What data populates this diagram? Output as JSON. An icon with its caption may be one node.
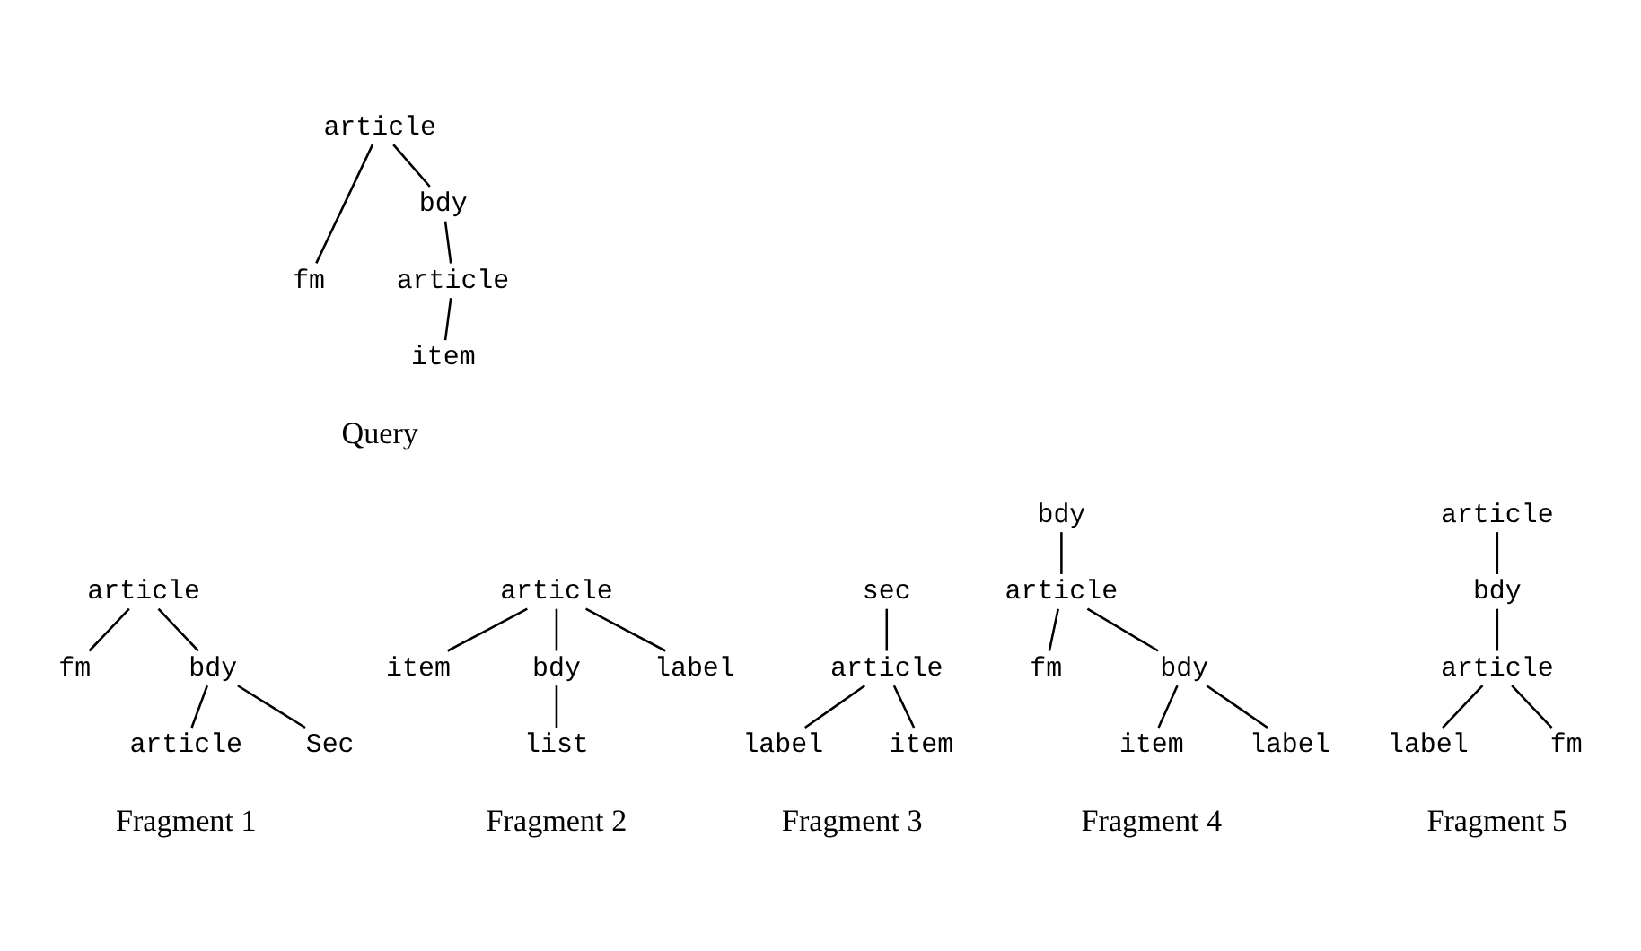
{
  "diagram": {
    "nodes": [
      {
        "text": [
          "article"
        ]
      },
      {
        "text": [
          "fm"
        ]
      },
      {
        "text": [
          "bdy"
        ]
      },
      {
        "text": [
          "article"
        ]
      },
      {
        "text": [
          "item"
        ]
      },
      {
        "text": [
          "article"
        ]
      },
      {
        "text": [
          "fm"
        ]
      },
      {
        "text": [
          "bdy"
        ]
      },
      {
        "text": [
          "article"
        ]
      },
      {
        "text": [
          "Sec"
        ]
      },
      {
        "text": [
          "article"
        ]
      },
      {
        "text": [
          "item"
        ]
      },
      {
        "text": [
          "bdy"
        ]
      },
      {
        "text": [
          "label"
        ]
      },
      {
        "text": [
          "list"
        ]
      },
      {
        "text": [
          "sec"
        ]
      },
      {
        "text": [
          "article"
        ]
      },
      {
        "text": [
          "label"
        ]
      },
      {
        "text": [
          "item"
        ]
      },
      {
        "text": [
          "bdy"
        ]
      },
      {
        "text": [
          "article"
        ]
      },
      {
        "text": [
          "fm"
        ]
      },
      {
        "text": [
          "bdy"
        ]
      },
      {
        "text": [
          "item"
        ]
      },
      {
        "text": [
          "label"
        ]
      },
      {
        "text": [
          "article"
        ]
      },
      {
        "text": [
          "bdy"
        ]
      },
      {
        "text": [
          "article"
        ]
      },
      {
        "text": [
          "label"
        ]
      },
      {
        "text": [
          "fm"
        ]
      }
    ],
    "edges": [
      {
        "from": 0,
        "to": 1,
        "arrow": "none"
      },
      {
        "from": 0,
        "to": 2,
        "arrow": "none"
      },
      {
        "from": 2,
        "to": 3,
        "arrow": "none"
      },
      {
        "from": 3,
        "to": 4,
        "arrow": "none"
      },
      {
        "from": 5,
        "to": 6,
        "arrow": "none"
      },
      {
        "from": 5,
        "to": 7,
        "arrow": "none"
      },
      {
        "from": 7,
        "to": 8,
        "arrow": "none"
      },
      {
        "from": 7,
        "to": 9,
        "arrow": "none"
      },
      {
        "from": 10,
        "to": 11,
        "arrow": "none"
      },
      {
        "from": 10,
        "to": 12,
        "arrow": "none"
      },
      {
        "from": 10,
        "to": 13,
        "arrow": "none"
      },
      {
        "from": 12,
        "to": 14,
        "arrow": "none"
      },
      {
        "from": 15,
        "to": 16,
        "arrow": "none"
      },
      {
        "from": 16,
        "to": 17,
        "arrow": "none"
      },
      {
        "from": 16,
        "to": 18,
        "arrow": "none"
      },
      {
        "from": 19,
        "to": 20,
        "arrow": "none"
      },
      {
        "from": 20,
        "to": 21,
        "arrow": "none"
      },
      {
        "from": 20,
        "to": 22,
        "arrow": "none"
      },
      {
        "from": 22,
        "to": 23,
        "arrow": "none"
      },
      {
        "from": 22,
        "to": 24,
        "arrow": "none"
      },
      {
        "from": 25,
        "to": 26,
        "arrow": "none"
      },
      {
        "from": 26,
        "to": 27,
        "arrow": "none"
      },
      {
        "from": 27,
        "to": 28,
        "arrow": "none"
      },
      {
        "from": 27,
        "to": 29,
        "arrow": "none"
      }
    ],
    "labels": [
      "Query",
      "Fragment 1",
      "Fragment 2",
      "Fragment 3",
      "Fragment 4",
      "Fragment 5"
    ]
  }
}
